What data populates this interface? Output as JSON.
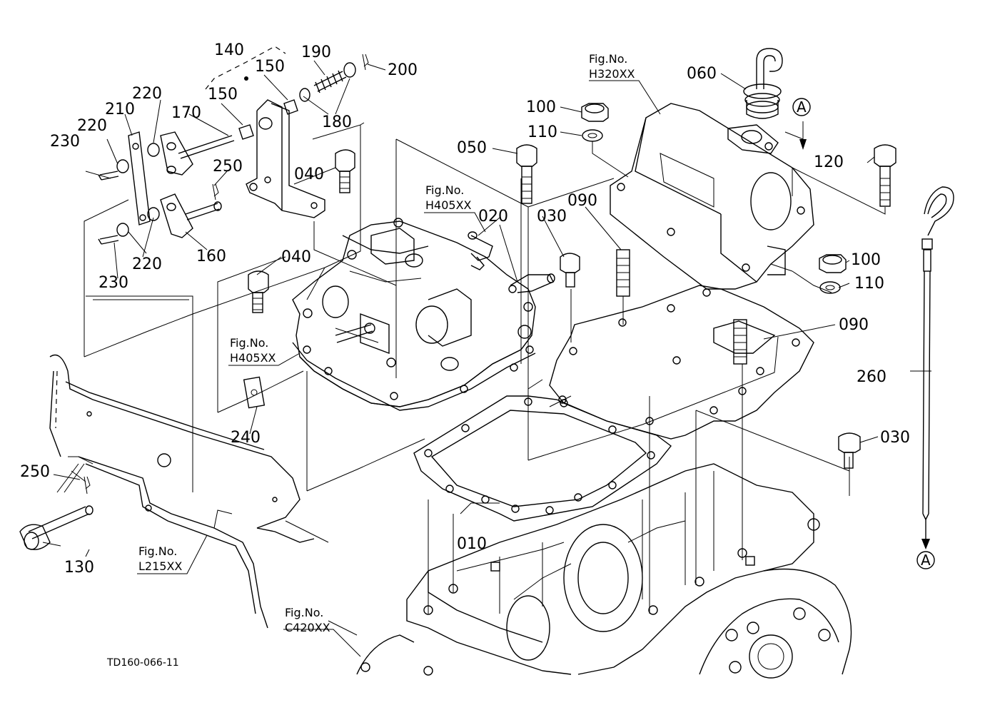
{
  "drawing_code": "TD160-066-11",
  "part_numbers": [
    "010",
    "020",
    "030",
    "030",
    "040",
    "040",
    "050",
    "060",
    "090",
    "090",
    "100",
    "100",
    "110",
    "110",
    "120",
    "130",
    "140",
    "150",
    "150",
    "160",
    "170",
    "180",
    "190",
    "200",
    "210",
    "220",
    "220",
    "220",
    "230",
    "230",
    "240",
    "250",
    "250",
    "260"
  ],
  "figure_refs": [
    {
      "label": "Fig.No.",
      "code": "H320XX"
    },
    {
      "label": "Fig.No.",
      "code": "H405XX"
    },
    {
      "label": "Fig.No.",
      "code": "H405XX"
    },
    {
      "label": "Fig.No.",
      "code": "L215XX"
    },
    {
      "label": "Fig.No.",
      "code": "C420XX"
    }
  ],
  "markers": [
    "A",
    "A"
  ]
}
